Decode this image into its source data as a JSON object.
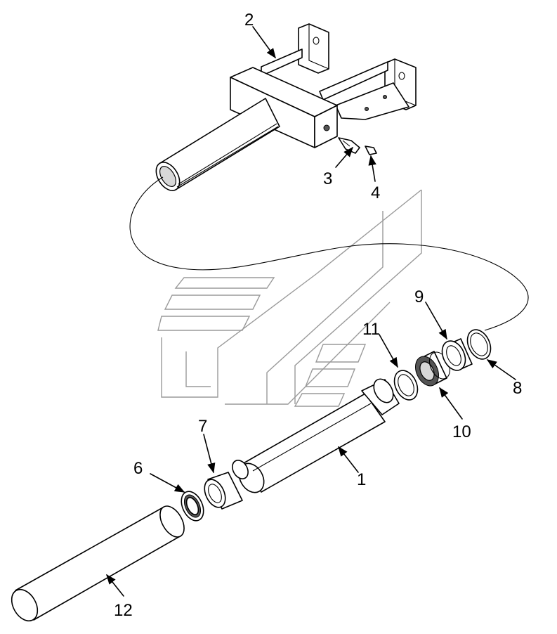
{
  "diagram": {
    "callouts": [
      {
        "id": "callout-1",
        "label": "1"
      },
      {
        "id": "callout-2",
        "label": "2"
      },
      {
        "id": "callout-3",
        "label": "3"
      },
      {
        "id": "callout-4",
        "label": "4"
      },
      {
        "id": "callout-6",
        "label": "6"
      },
      {
        "id": "callout-7",
        "label": "7"
      },
      {
        "id": "callout-8",
        "label": "8"
      },
      {
        "id": "callout-9",
        "label": "9"
      },
      {
        "id": "callout-10",
        "label": "10"
      },
      {
        "id": "callout-11",
        "label": "11"
      },
      {
        "id": "callout-12",
        "label": "12"
      }
    ]
  }
}
